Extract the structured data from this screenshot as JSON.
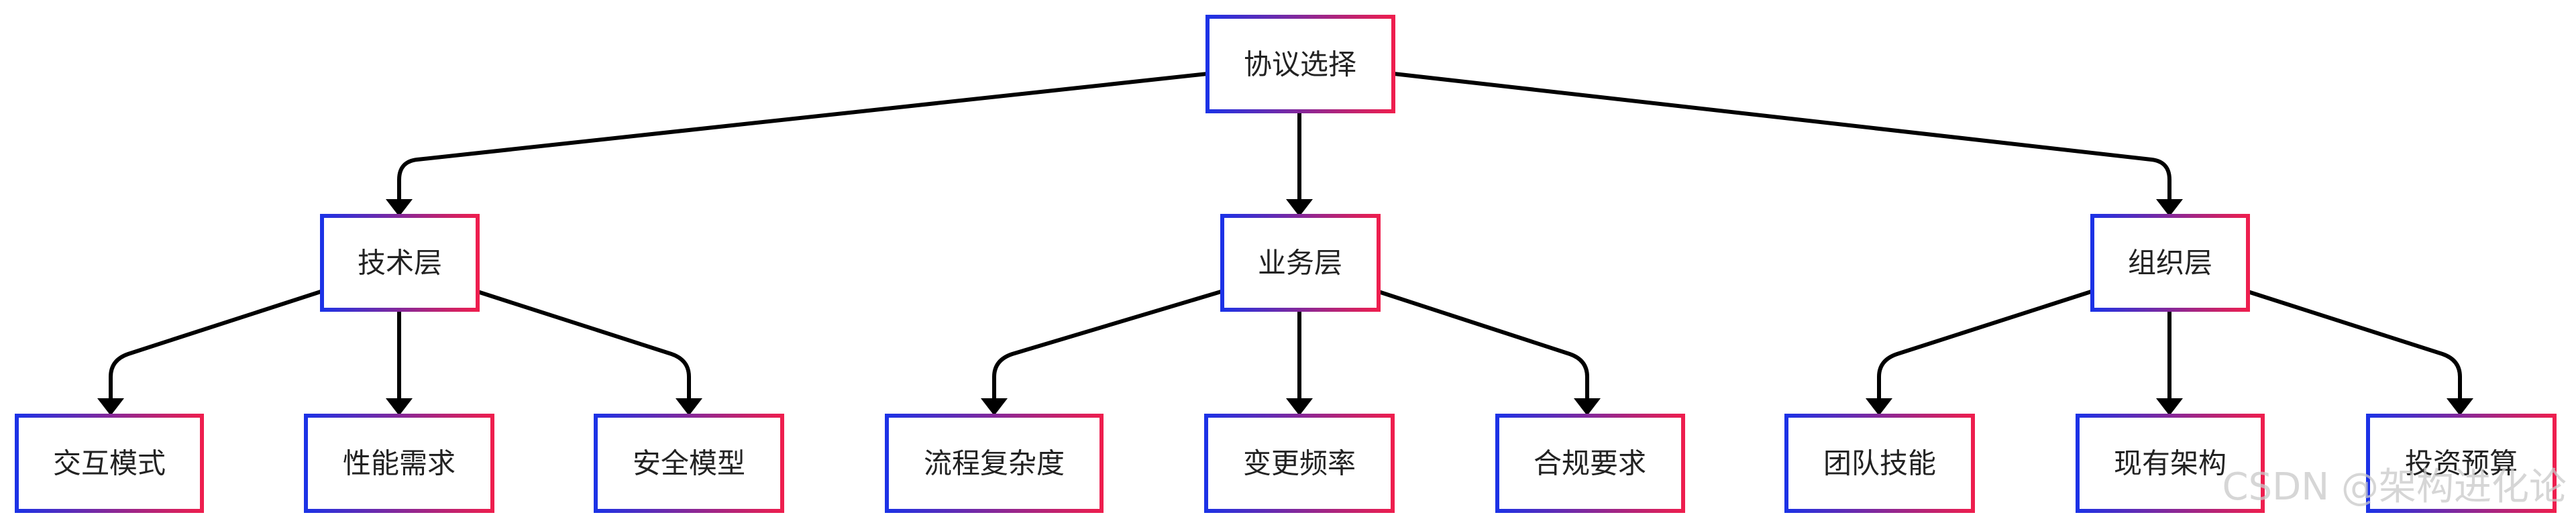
{
  "root": {
    "label": "协议选择"
  },
  "layers": [
    {
      "label": "技术层",
      "children": [
        "交互模式",
        "性能需求",
        "安全模型"
      ]
    },
    {
      "label": "业务层",
      "children": [
        "流程复杂度",
        "变更频率",
        "合规要求"
      ]
    },
    {
      "label": "组织层",
      "children": [
        "团队技能",
        "现有架构",
        "投资预算"
      ]
    }
  ],
  "watermark": "CSDN @架构进化论",
  "colors": {
    "box_gradient_start": "#1c32e6",
    "box_gradient_end": "#ee1e4e",
    "edge": "#000000"
  }
}
